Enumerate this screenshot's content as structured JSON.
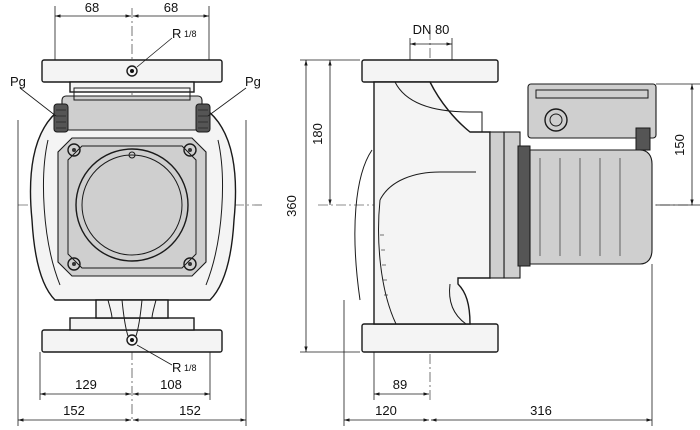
{
  "dimensions": {
    "top_left": "68",
    "top_right": "68",
    "dn": "DN 80",
    "height_180": "180",
    "height_360": "360",
    "height_150": "150",
    "bottom_129": "129",
    "bottom_108": "108",
    "bottom_152_left": "152",
    "bottom_152_right": "152",
    "bottom_89": "89",
    "bottom_120": "120",
    "bottom_316": "316"
  },
  "labels": {
    "pg_left": "Pg",
    "pg_right": "Pg",
    "r_top_main": "R",
    "r_top_frac": "1/8",
    "r_bottom_main": "R",
    "r_bottom_frac": "1/8"
  }
}
